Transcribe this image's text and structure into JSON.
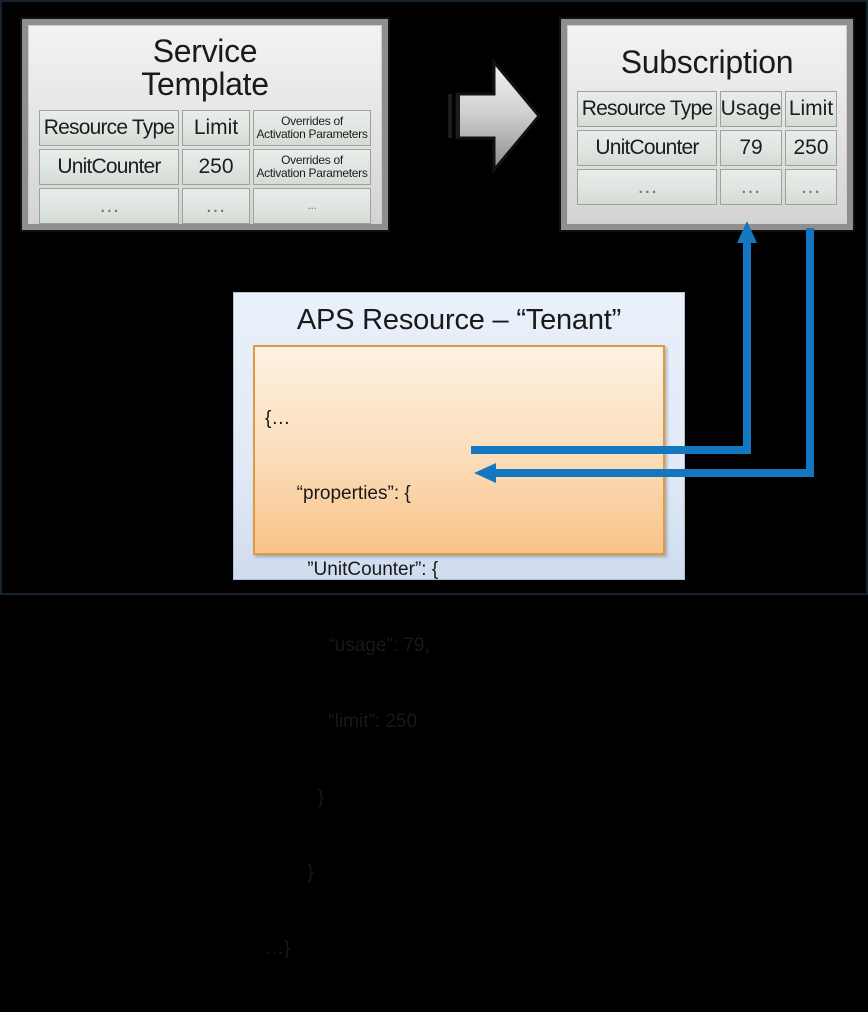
{
  "diagram": {
    "title_hidden": "",
    "colors": {
      "connector_blue": "#1477C0",
      "json_box_fill": "#fbd9b2",
      "json_box_border": "#e09a3e",
      "aps_panel_fill": "#e1eaf6",
      "panel_fill": "#e6e6e6",
      "cell_fill": "#dfe5e0",
      "background": "#000000"
    }
  },
  "service_template": {
    "title_line1": "Service",
    "title_line2": "Template",
    "table": {
      "headers": [
        "Resource Type",
        "Limit",
        "Overrides of Activation Parameters"
      ],
      "header_overrides_line1": "Overrides of",
      "header_overrides_line2": "Activation Parameters",
      "rows": [
        {
          "resource_type": "UnitCounter",
          "limit": "250",
          "overrides_line1": "Overrides of",
          "overrides_line2": "Activation Parameters"
        },
        {
          "resource_type": "…",
          "limit": "…",
          "overrides": "..."
        }
      ]
    }
  },
  "subscription": {
    "title": "Subscription",
    "table": {
      "headers": [
        "Resource Type",
        "Usage",
        "Limit"
      ],
      "rows": [
        {
          "resource_type": "UnitCounter",
          "usage": "79",
          "limit": "250"
        },
        {
          "resource_type": "…",
          "usage": "…",
          "limit": "…"
        }
      ]
    }
  },
  "aps_resource": {
    "title": "APS Resource – “Tenant”",
    "json_lines": [
      "{…",
      "      “properties”: {",
      "        ”UnitCounter”: {",
      "            “usage”: 79,",
      "            “limit”: 250",
      "          }",
      "        }",
      "…}"
    ]
  },
  "arrows": {
    "flow_arrow": "block-arrow-right",
    "usage_connector": "usage-to-subscription-usage",
    "limit_connector": "subscription-limit-to-limit"
  }
}
